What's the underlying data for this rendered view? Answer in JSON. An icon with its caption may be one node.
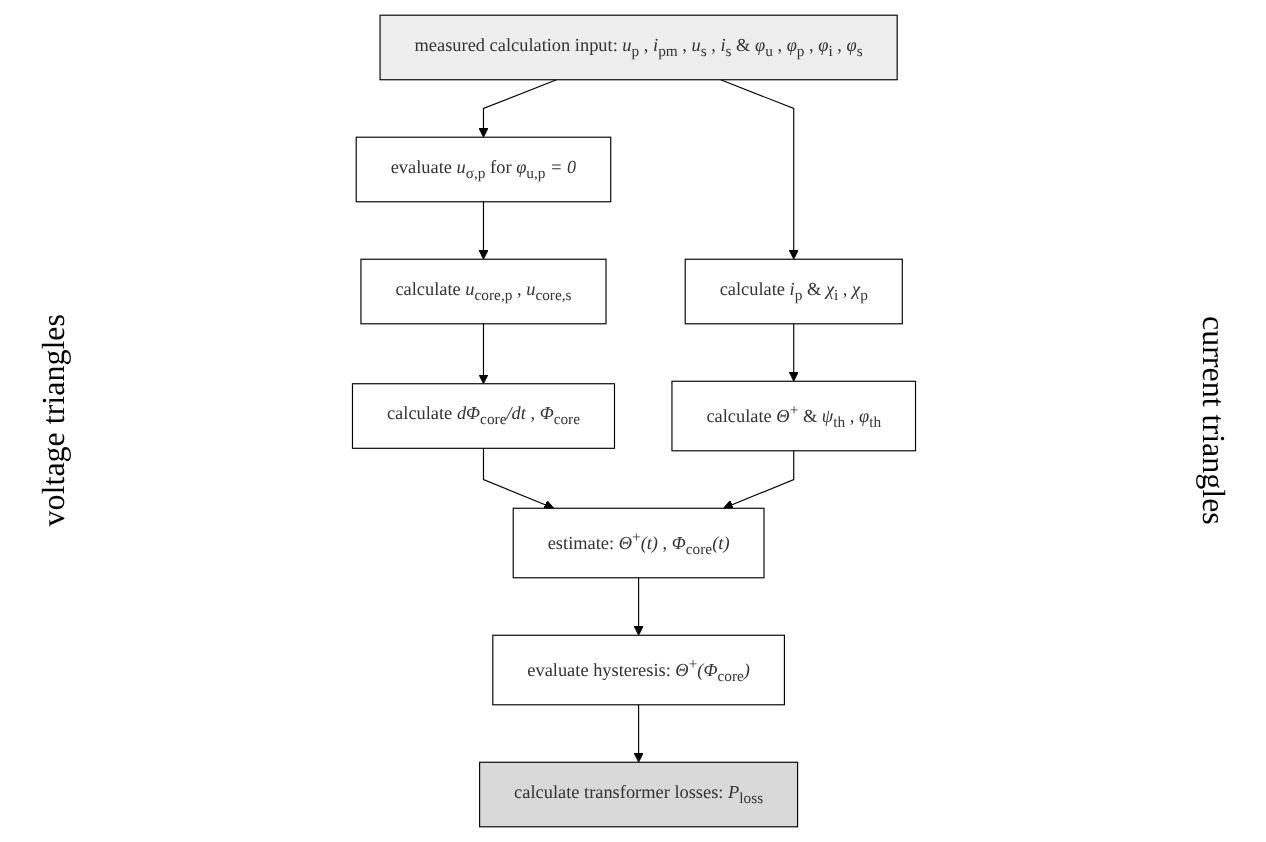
{
  "diagram": {
    "nodes": [
      {
        "text": [
          "measured calculation input: *u*$_{p}$ , *i*$_{pm}$ , *u*$_{s}$ , *i*$_{s}$ & *φ*$_{u}$ , *φ*$_{p}$ , *φ*$_{i}$ , *φ*$_{s}$"
        ]
      },
      {
        "text": [
          "evaluate *u*$_{σ,p}$ for *φ*$_{u,p}$ *= 0*"
        ]
      },
      {
        "text": [
          "calculate *i*$_{p}$ & *χ*$_{i}$ , *χ*$_{p}$"
        ]
      },
      {
        "text": [
          "calculate *u*$_{core,p}$ , *u*$_{core,s}$"
        ]
      },
      {
        "text": [
          "calculate *Θ*$^{+}$ & *ψ*$_{th}$ , *φ*$_{th}$"
        ]
      },
      {
        "text": [
          "calculate *dΦ*$_{core}$*/dt* , *Φ*$_{core}$"
        ]
      },
      {
        "text": [
          "estimate: *Θ*$^{+}$*(t)* , *Φ*$_{core}$*(t)*"
        ]
      },
      {
        "text": [
          "evaluate hysteresis: *Θ*$^{+}$*(Φ*$_{core}$*)*"
        ]
      },
      {
        "text": [
          "calculate transformer losses: *P*$_{loss}$"
        ]
      }
    ],
    "edges": [
      {
        "from": 0,
        "to": 1,
        "arrow": "to"
      },
      {
        "from": 0,
        "to": 2,
        "arrow": "to"
      },
      {
        "from": 1,
        "to": 3,
        "arrow": "to"
      },
      {
        "from": 3,
        "to": 5,
        "arrow": "to"
      },
      {
        "from": 2,
        "to": 4,
        "arrow": "to"
      },
      {
        "from": 5,
        "to": 6,
        "arrow": "to"
      },
      {
        "from": 4,
        "to": 6,
        "arrow": "to"
      },
      {
        "from": 6,
        "to": 7,
        "arrow": "to"
      },
      {
        "from": 7,
        "to": 8,
        "arrow": "to"
      }
    ],
    "labels": [
      "voltage triangles",
      "current triangles"
    ]
  }
}
